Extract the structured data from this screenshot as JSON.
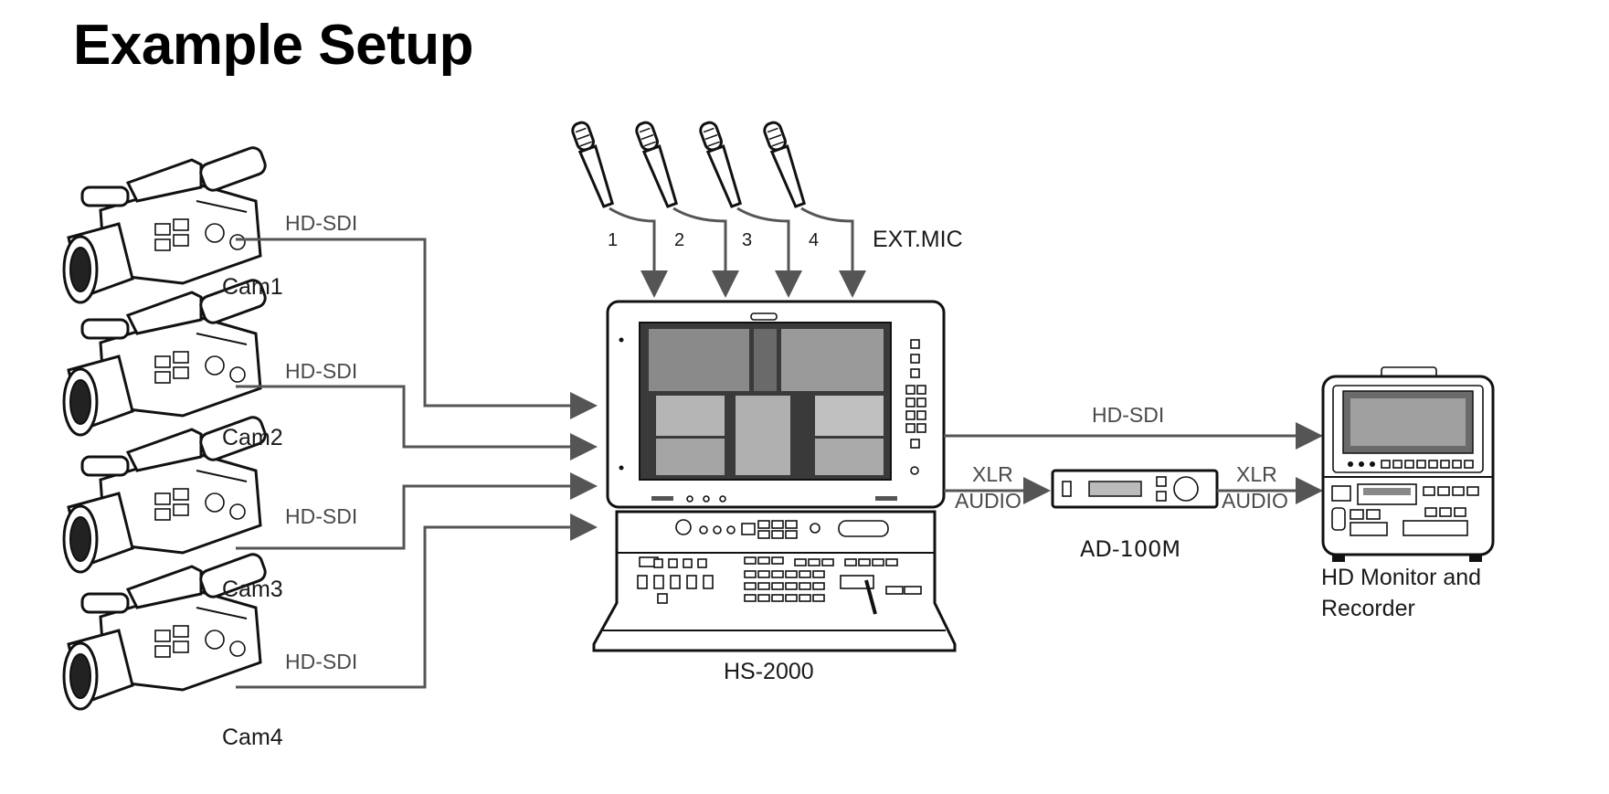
{
  "title": "Example Setup",
  "cameras": [
    {
      "label": "Cam1",
      "signal": "HD-SDI"
    },
    {
      "label": "Cam2",
      "signal": "HD-SDI"
    },
    {
      "label": "Cam3",
      "signal": "HD-SDI"
    },
    {
      "label": "Cam4",
      "signal": "HD-SDI"
    }
  ],
  "mics": [
    "1",
    "2",
    "3",
    "4"
  ],
  "mic_group_label": "EXT.MIC",
  "switcher_label": "HS-2000",
  "output_signal": "HD-SDI",
  "audio_in": {
    "line1": "XLR",
    "line2": "AUDIO"
  },
  "audio_out": {
    "line1": "XLR",
    "line2": "AUDIO"
  },
  "audio_device_label": "AD-100M",
  "recorder_label_line1": "HD Monitor and",
  "recorder_label_line2": "Recorder",
  "colors": {
    "line": "#555555",
    "outline": "#111111",
    "screen": "#3a3a3a",
    "label": "#4a4a4a"
  }
}
